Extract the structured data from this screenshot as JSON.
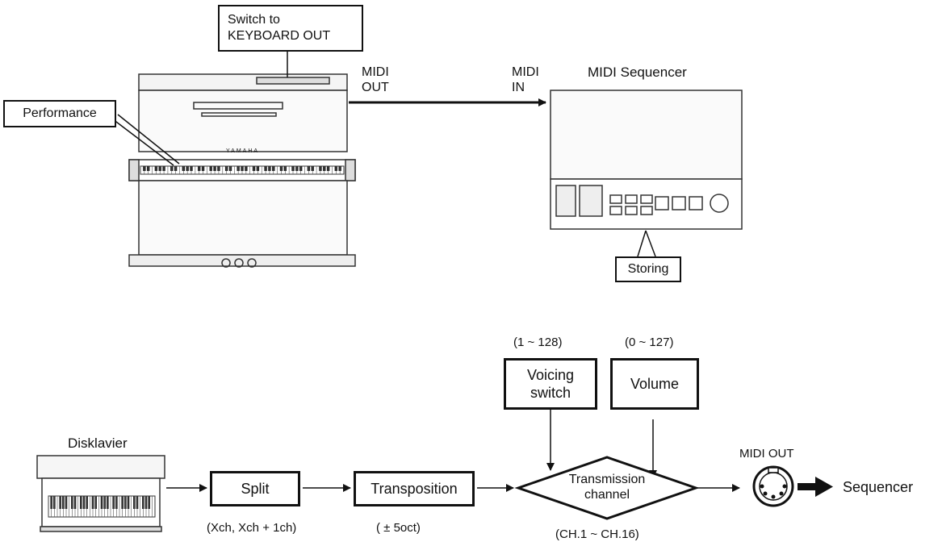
{
  "top": {
    "switch_callout": "Switch to\nKEYBOARD OUT",
    "performance_callout": "Performance",
    "midi_out_label": "MIDI\nOUT",
    "midi_in_label": "MIDI\nIN",
    "sequencer_title": "MIDI Sequencer",
    "storing_callout": "Storing",
    "piano_brand": "YAMAHA"
  },
  "flow": {
    "source_label": "Disklavier",
    "split_label": "Split",
    "split_range": "(Xch, Xch + 1ch)",
    "transposition_label": "Transposition",
    "transposition_range": "( ± 5oct)",
    "voicing_label": "Voicing\nswitch",
    "voicing_range": "(1 ~ 128)",
    "volume_label": "Volume",
    "volume_range": "(0 ~ 127)",
    "channel_label": "Transmission\nchannel",
    "channel_range": "(CH.1 ~ CH.16)",
    "midi_out_label": "MIDI OUT",
    "destination_label": "Sequencer"
  }
}
